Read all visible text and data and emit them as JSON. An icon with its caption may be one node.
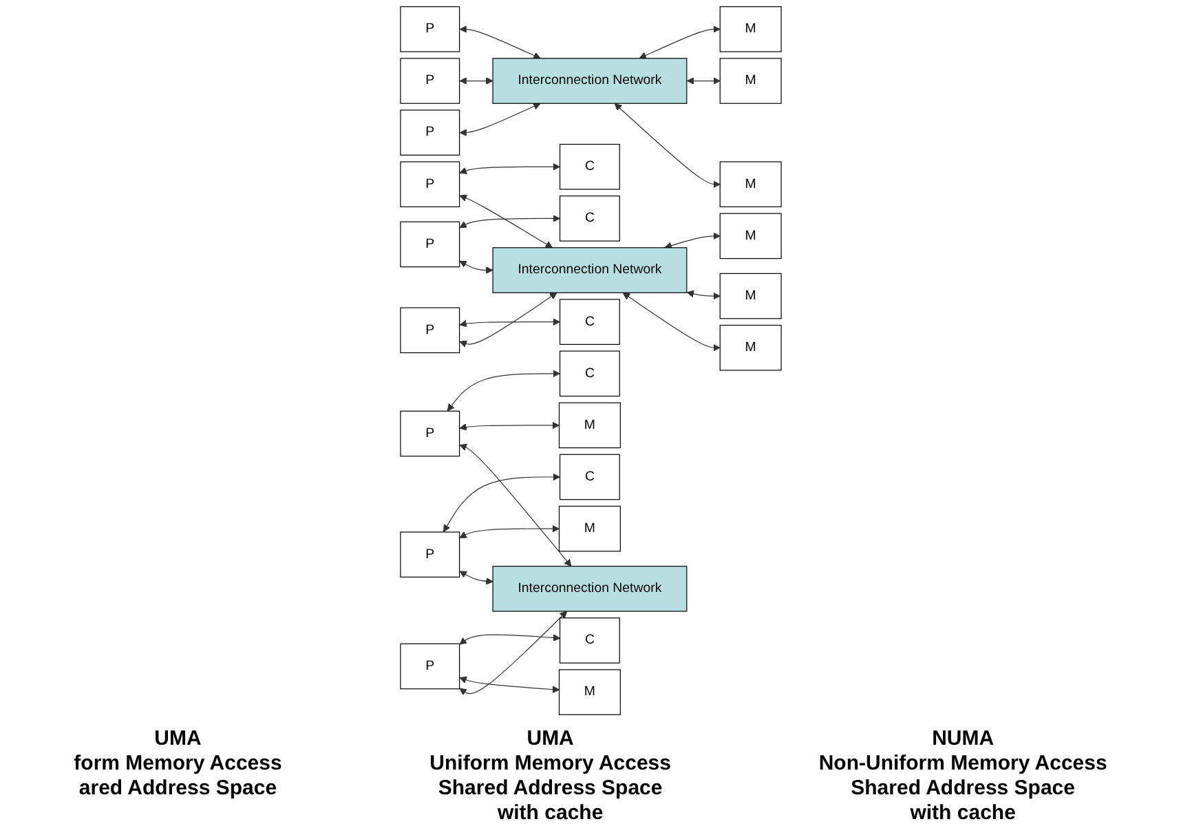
{
  "diagram": {
    "nodes": [
      {
        "text": [
          "P"
        ]
      },
      {
        "text": [
          "P"
        ]
      },
      {
        "text": [
          "P"
        ]
      },
      {
        "text": [
          "Interconnection Network"
        ]
      },
      {
        "text": [
          "M"
        ]
      },
      {
        "text": [
          "M"
        ]
      },
      {
        "text": [
          "M"
        ]
      },
      {
        "text": [
          "P"
        ]
      },
      {
        "text": [
          "C"
        ]
      },
      {
        "text": [
          "P"
        ]
      },
      {
        "text": [
          "C"
        ]
      },
      {
        "text": [
          "P"
        ]
      },
      {
        "text": [
          "C"
        ]
      },
      {
        "text": [
          "Interconnection Network"
        ]
      },
      {
        "text": [
          "M"
        ]
      },
      {
        "text": [
          "M"
        ]
      },
      {
        "text": [
          "M"
        ]
      },
      {
        "text": [
          "P"
        ]
      },
      {
        "text": [
          "C"
        ]
      },
      {
        "text": [
          "M"
        ]
      },
      {
        "text": [
          "P"
        ]
      },
      {
        "text": [
          "C"
        ]
      },
      {
        "text": [
          "M"
        ]
      },
      {
        "text": [
          "P"
        ]
      },
      {
        "text": [
          "C"
        ]
      },
      {
        "text": [
          "M"
        ]
      },
      {
        "text": [
          "Interconnection Network"
        ]
      }
    ],
    "edges": [
      {
        "from": 0,
        "to": 3,
        "arrow": "both"
      },
      {
        "from": 1,
        "to": 3,
        "arrow": "both"
      },
      {
        "from": 2,
        "to": 3,
        "arrow": "both"
      },
      {
        "from": 3,
        "to": 4,
        "arrow": "both"
      },
      {
        "from": 3,
        "to": 5,
        "arrow": "both"
      },
      {
        "from": 3,
        "to": 6,
        "arrow": "both"
      },
      {
        "from": 7,
        "to": 8,
        "arrow": "both"
      },
      {
        "from": 7,
        "to": 13,
        "arrow": "both"
      },
      {
        "from": 9,
        "to": 10,
        "arrow": "both"
      },
      {
        "from": 9,
        "to": 13,
        "arrow": "both"
      },
      {
        "from": 11,
        "to": 12,
        "arrow": "both"
      },
      {
        "from": 11,
        "to": 13,
        "arrow": "both"
      },
      {
        "from": 13,
        "to": 14,
        "arrow": "both"
      },
      {
        "from": 13,
        "to": 15,
        "arrow": "both"
      },
      {
        "from": 13,
        "to": 16,
        "arrow": "both"
      },
      {
        "from": 17,
        "to": 18,
        "arrow": "both"
      },
      {
        "from": 17,
        "to": 19,
        "arrow": "both"
      },
      {
        "from": 17,
        "to": 26,
        "arrow": "both"
      },
      {
        "from": 20,
        "to": 21,
        "arrow": "both"
      },
      {
        "from": 20,
        "to": 22,
        "arrow": "both"
      },
      {
        "from": 20,
        "to": 26,
        "arrow": "both"
      },
      {
        "from": 23,
        "to": 24,
        "arrow": "both"
      },
      {
        "from": 23,
        "to": 25,
        "arrow": "both"
      },
      {
        "from": 23,
        "to": 26,
        "arrow": "both"
      }
    ],
    "labels": [
      "UMA",
      "form Memory Access",
      "ared Address Space",
      "UMA",
      "Uniform Memory Access",
      "Shared Address Space",
      "with cache",
      "NUMA",
      "Non-Uniform Memory Access",
      "Shared Address Space",
      "with cache"
    ]
  }
}
